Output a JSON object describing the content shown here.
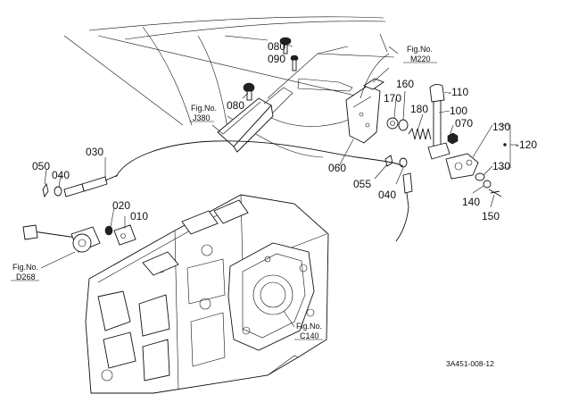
{
  "callouts": {
    "c010": "010",
    "c020": "020",
    "c030": "030",
    "c040a": "040",
    "c040b": "040",
    "c050": "050",
    "c055": "055",
    "c060": "060",
    "c070": "070",
    "c080a": "080",
    "c080b": "080",
    "c090": "090",
    "c100": "100",
    "c110": "-110",
    "c120": "-120",
    "c130a": "130",
    "c130b": "130",
    "c140": "140",
    "c150": "150",
    "c160": "160",
    "c170": "170",
    "c180": "180"
  },
  "fig_refs": {
    "m220": {
      "line1": "Fig.No.",
      "line2": "M220"
    },
    "j380": {
      "line1": "Fig.No.",
      "line2": "J380"
    },
    "d268": {
      "line1": "Fig.No.",
      "line2": "D268"
    },
    "c140": {
      "line1": "Fig.No.",
      "line2": "C140"
    }
  },
  "drawing_code": "3A451-008-12"
}
